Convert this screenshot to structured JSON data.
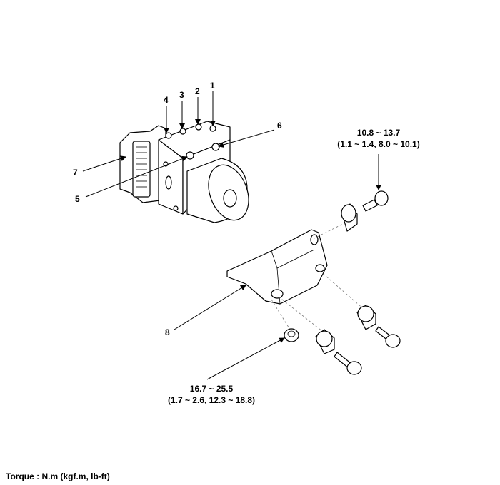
{
  "callouts": [
    "1",
    "2",
    "3",
    "4",
    "5",
    "6",
    "7",
    "8"
  ],
  "torque_upper": {
    "nm": "10.8 ~ 13.7",
    "alt": "(1.1 ~ 1.4, 8.0 ~ 10.1)"
  },
  "torque_lower": {
    "nm": "16.7 ~ 25.5",
    "alt": "(1.7 ~ 2.6, 12.3 ~ 18.8)"
  },
  "footer": "Torque : N.m (kgf.m, lb-ft)"
}
